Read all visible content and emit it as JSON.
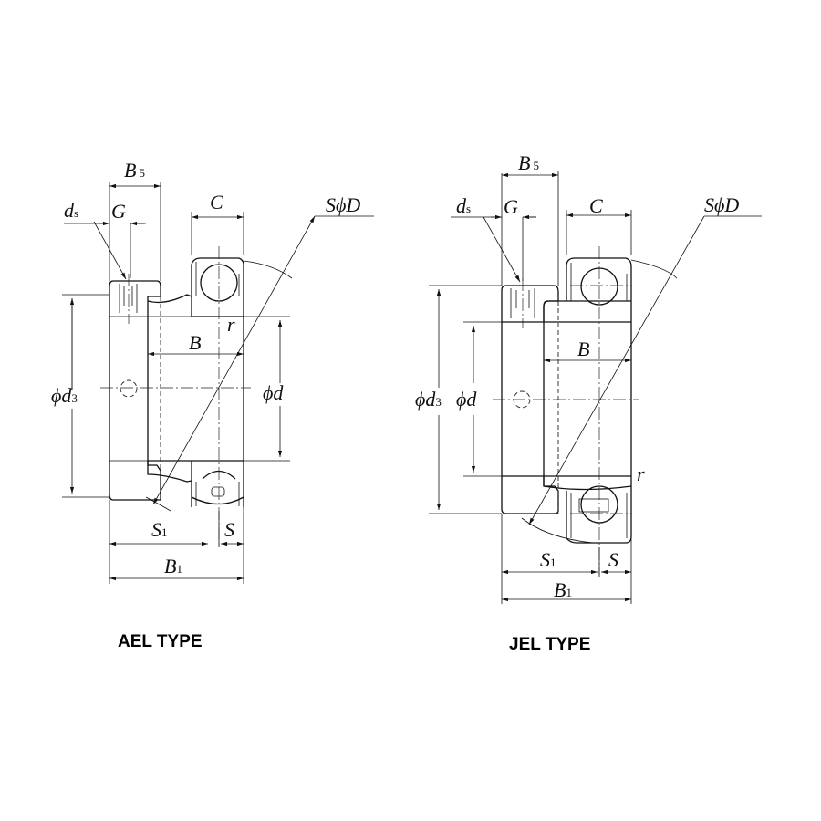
{
  "ael": {
    "title": "AEL TYPE",
    "labels": {
      "B5": "B",
      "B5_sub": "5",
      "ds": "d",
      "ds_sub": "s",
      "G": "G",
      "C": "C",
      "SD": "SϕD",
      "d3": "ϕd",
      "d3_sub": "3",
      "d": "ϕd",
      "B": "B",
      "r": "r",
      "S1": "S",
      "S1_sub": "1",
      "S": "S",
      "B1": "B",
      "B1_sub": "1"
    }
  },
  "jel": {
    "title": "JEL TYPE",
    "labels": {
      "B5": "B",
      "B5_sub": "5",
      "ds": "d",
      "ds_sub": "s",
      "G": "G",
      "C": "C",
      "SD": "SϕD",
      "d3": "ϕd",
      "d3_sub": "3",
      "d": "ϕd",
      "B": "B",
      "r": "r",
      "S1": "S",
      "S1_sub": "1",
      "S": "S",
      "B1": "B",
      "B1_sub": "1"
    }
  }
}
